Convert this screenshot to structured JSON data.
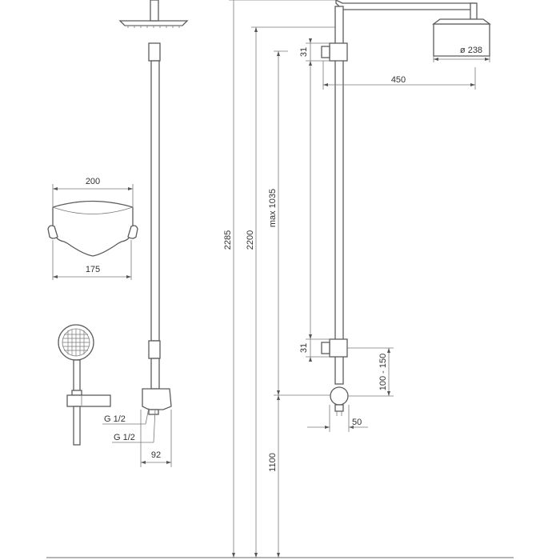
{
  "dimensions": {
    "rain_diameter": "ø 238",
    "arm_length": "450",
    "top_bracket": "31",
    "bottom_bracket": "31",
    "handset_width_top": "200",
    "handset_width_bottom": "175",
    "slider_range": "max 1035",
    "total_height": "2285",
    "height_to_arm": "2200",
    "mixer_height": "1100",
    "wall_offset": "100 - 150",
    "outlet_offset": "50",
    "thread_1": "G 1/2",
    "thread_2": "G 1/2",
    "mixer_depth": "92"
  }
}
